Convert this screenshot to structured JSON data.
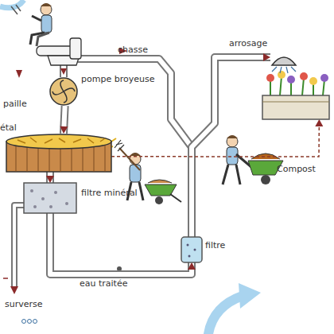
{
  "diagram": {
    "nodes": [
      {
        "text": [
          "pompe broyeuse"
        ]
      },
      {
        "text": [
          "paille",
          "étal"
        ]
      },
      {
        "text": [
          "filtre minéral"
        ]
      },
      {
        "text": [
          "filtre"
        ]
      },
      {
        "text": [
          "arrosage"
        ]
      },
      {
        "text": [
          "Compost"
        ]
      }
    ],
    "edges": [
      {
        "from": 0,
        "to": 1,
        "arrow": "to"
      },
      {
        "from": 1,
        "to": 2,
        "arrow": "to"
      },
      {
        "from": 2,
        "to": 3,
        "label": "eau traitée",
        "arrow": "to"
      },
      {
        "from": 3,
        "to": 4,
        "arrow": "to"
      },
      {
        "from": 1,
        "to": 5,
        "arrow": "to"
      }
    ],
    "labels": [
      "chasse",
      "surverse"
    ]
  }
}
